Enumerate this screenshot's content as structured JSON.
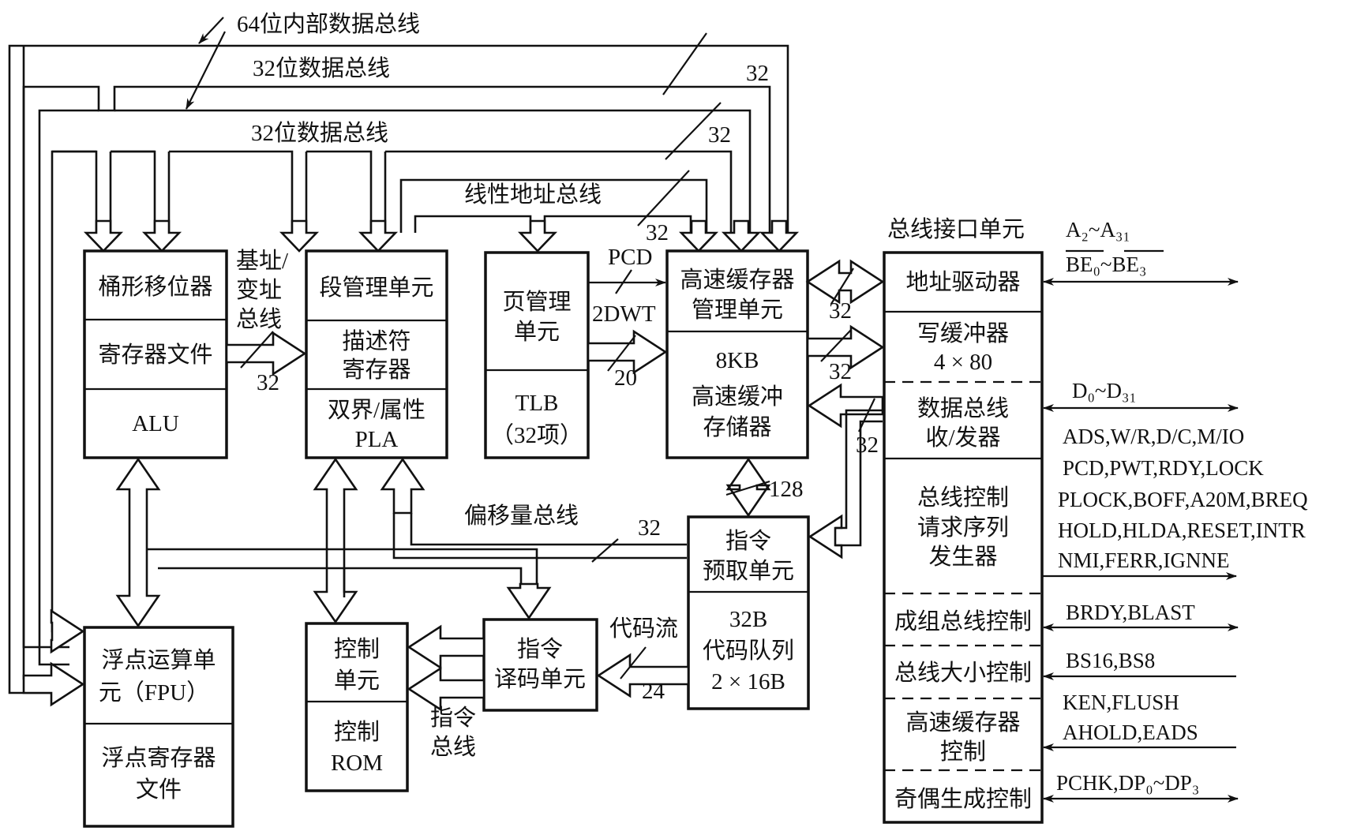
{
  "title": "80486 CPU internal structure block diagram",
  "bus_labels": {
    "internal_64": "64位内部数据总线",
    "data_32_a": "32位数据总线",
    "data_32_b": "32位数据总线",
    "linear_addr": "线性地址总线",
    "offset": "偏移量总线",
    "base_index": [
      "基址/",
      "变址",
      "总线"
    ],
    "code_stream": "代码流",
    "instr_bus": [
      "指令",
      "总线"
    ],
    "bus_interface_title": "总线接口单元"
  },
  "width_labels": {
    "w32_top1": "32",
    "w32_top2": "32",
    "w32_linear": "32",
    "w32_base": "32",
    "pcd": "PCD",
    "pwt": "2DWT",
    "w20": "20",
    "w32_addr": "32",
    "w32_write": "32",
    "w32_data": "32",
    "w128": "128",
    "w32_offset": "32",
    "w24": "24"
  },
  "blocks": {
    "integer_unit": [
      "桶形移位器",
      "寄存器文件",
      "ALU"
    ],
    "segment_unit": {
      "title": "段管理单元",
      "descriptor": [
        "描述符",
        "寄存器"
      ],
      "limit": [
        "双界/属性",
        "PLA"
      ]
    },
    "paging_unit": {
      "title": [
        "页管理",
        "单元"
      ],
      "tlb": [
        "TLB",
        "（32项）"
      ]
    },
    "cache_unit": {
      "title": [
        "高速缓存器",
        "管理单元"
      ],
      "memory": [
        "8KB",
        "高速缓冲",
        "存储器"
      ]
    },
    "prefetch_unit": {
      "title": [
        "指令",
        "预取单元"
      ],
      "queue": [
        "32B",
        "代码队列",
        "2 × 16B"
      ]
    },
    "decode_unit": [
      "指令",
      "译码单元"
    ],
    "control_unit": {
      "title": [
        "控制",
        "单元"
      ],
      "rom": [
        "控制",
        "ROM"
      ]
    },
    "fpu": {
      "title": [
        "浮点运算单",
        "元（FPU）"
      ],
      "regs": [
        "浮点寄存器",
        "文件"
      ]
    },
    "bus_interface": {
      "address_driver": "地址驱动器",
      "write_buffer": [
        "写缓冲器",
        "4 × 80"
      ],
      "data_transceiver": [
        "数据总线",
        "收/发器"
      ],
      "bus_control": [
        "总线控制",
        "请求序列",
        "发生器"
      ],
      "burst_control": "成组总线控制",
      "bus_size_control": "总线大小控制",
      "cache_control": [
        "高速缓存器",
        "控制"
      ],
      "parity_control": "奇偶生成控制"
    }
  },
  "signals": {
    "address": {
      "line1": "A₂~A₃₁",
      "line2": "BE₀~BE₃"
    },
    "data": "D₀~D₃₁",
    "control": [
      "ADS,W/R,D/C,M/IO",
      "PCD,PWT,RDY,LOCK",
      "PLOCK,BOFF,A20M,BREQ",
      "HOLD,HLDA,RESET,INTR",
      "NMI,FERR,IGNNE"
    ],
    "burst": "BRDY,BLAST",
    "bus_size": "BS16,BS8",
    "cache": [
      "KEN,FLUSH",
      "AHOLD,EADS"
    ],
    "parity": "PCHK,DP₀~DP₃"
  }
}
